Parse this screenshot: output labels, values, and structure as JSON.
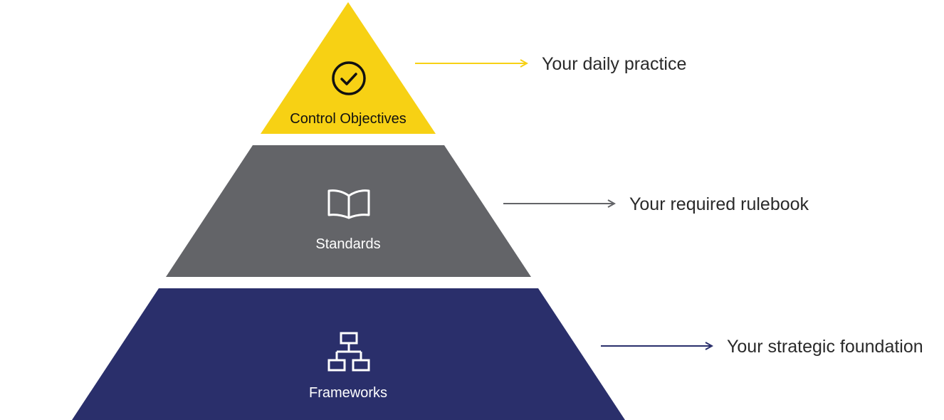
{
  "tiers": [
    {
      "name": "Control Objectives",
      "description": "Your daily practice",
      "icon": "check-circle-icon",
      "color": "#f7d114",
      "label_color": "#111111",
      "arrow_color": "#f7d114"
    },
    {
      "name": "Standards",
      "description": "Your required rulebook",
      "icon": "open-book-icon",
      "color": "#636468",
      "label_color": "#ffffff",
      "arrow_color": "#636468"
    },
    {
      "name": "Frameworks",
      "description": "Your strategic foundation",
      "icon": "network-hierarchy-icon",
      "color": "#2a2f6b",
      "label_color": "#ffffff",
      "arrow_color": "#2a2f6b"
    }
  ]
}
